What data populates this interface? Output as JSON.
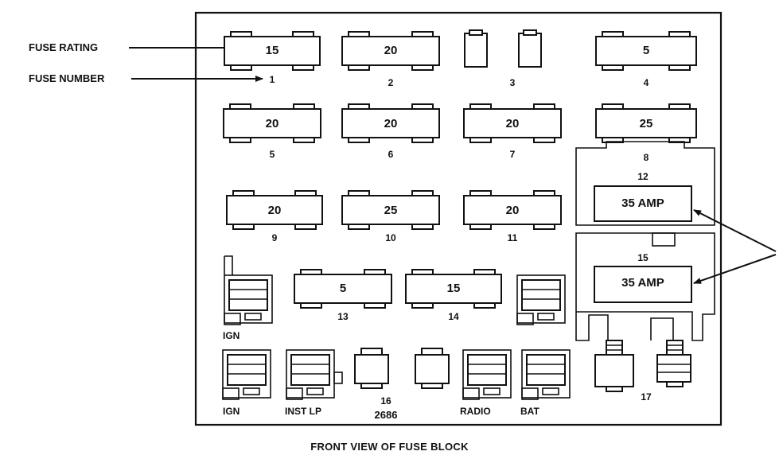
{
  "callouts": {
    "fuse_rating": "FUSE RATING",
    "fuse_number": "FUSE NUMBER"
  },
  "fuses": [
    {
      "number": "1",
      "rating": "15"
    },
    {
      "number": "2",
      "rating": "20"
    },
    {
      "number": "3",
      "rating": ""
    },
    {
      "number": "4",
      "rating": "5"
    },
    {
      "number": "5",
      "rating": "20"
    },
    {
      "number": "6",
      "rating": "20"
    },
    {
      "number": "7",
      "rating": "20"
    },
    {
      "number": "8",
      "rating": "25"
    },
    {
      "number": "9",
      "rating": "20"
    },
    {
      "number": "10",
      "rating": "25"
    },
    {
      "number": "11",
      "rating": "20"
    },
    {
      "number": "12",
      "rating": "35 AMP"
    },
    {
      "number": "13",
      "rating": "5"
    },
    {
      "number": "14",
      "rating": "15"
    },
    {
      "number": "15",
      "rating": "35 AMP"
    },
    {
      "number": "16",
      "rating": ""
    },
    {
      "number": "17",
      "rating": ""
    }
  ],
  "relay_labels": {
    "ign_upper": "IGN",
    "ign_lower": "IGN",
    "inst_lp": "INST LP",
    "radio": "RADIO",
    "bat": "BAT"
  },
  "part_number": "2686",
  "caption": "FRONT VIEW OF FUSE BLOCK"
}
